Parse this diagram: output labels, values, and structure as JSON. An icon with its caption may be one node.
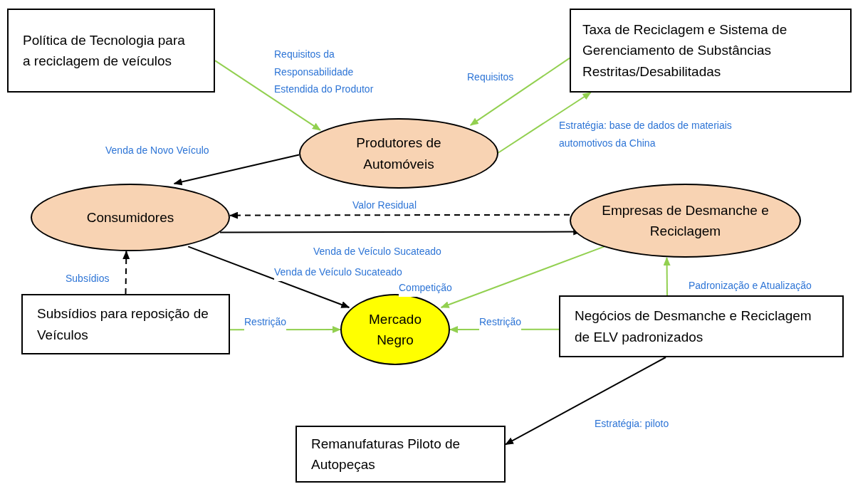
{
  "diagram": {
    "nodes": [
      {
        "text": [
          "Política de Tecnologia para a reciclagem de veículos"
        ]
      },
      {
        "text": [
          "Taxa de Reciclagem e Sistema de Gerenciamento de Substâncias Restritas/Desabilitadas"
        ]
      },
      {
        "text": [
          "Produtores de Automóveis"
        ]
      },
      {
        "text": [
          "Consumidores"
        ]
      },
      {
        "text": [
          "Empresas de Desmanche e Reciclagem"
        ]
      },
      {
        "text": [
          "Subsídios para reposição de Veículos"
        ]
      },
      {
        "text": [
          "Mercado Negro"
        ]
      },
      {
        "text": [
          "Negócios de Desmanche e Reciclagem de ELV padronizados"
        ]
      },
      {
        "text": [
          "Remanufaturas Piloto de Autopeças"
        ]
      }
    ],
    "edges": [
      {
        "from": 0,
        "to": 2,
        "arrow": "to",
        "label": "Requisitos da Responsabilidade Estendida do Produtor",
        "color": "#92d050"
      },
      {
        "from": 1,
        "to": 2,
        "arrow": "to",
        "label": "Requisitos",
        "color": "#92d050"
      },
      {
        "from": 2,
        "to": 1,
        "arrow": "to",
        "label": "Estratégia: base de dados de materiais automotivos da China",
        "color": "#92d050"
      },
      {
        "from": 2,
        "to": 3,
        "arrow": "to",
        "label": "Venda de Novo Veículo",
        "color": "#000000"
      },
      {
        "from": 4,
        "to": 3,
        "arrow": "to",
        "label": "Valor Residual",
        "style": "dashed",
        "color": "#000000"
      },
      {
        "from": 3,
        "to": 4,
        "arrow": "to",
        "label": "Venda de Veículo Sucateado",
        "color": "#000000"
      },
      {
        "from": 3,
        "to": 6,
        "arrow": "to",
        "label": "Venda de Veículo Sucateado",
        "color": "#000000"
      },
      {
        "from": 5,
        "to": 3,
        "arrow": "to",
        "label": "Subsídios",
        "style": "dashed",
        "color": "#000000"
      },
      {
        "from": 4,
        "to": 6,
        "arrow": "to",
        "label": "Competição",
        "color": "#92d050"
      },
      {
        "from": 5,
        "to": 6,
        "arrow": "to",
        "label": "Restrição",
        "color": "#92d050"
      },
      {
        "from": 7,
        "to": 6,
        "arrow": "to",
        "label": "Restrição",
        "color": "#92d050"
      },
      {
        "from": 7,
        "to": 4,
        "arrow": "to",
        "label": "Padronização e Atualização",
        "color": "#92d050"
      },
      {
        "from": 7,
        "to": 8,
        "arrow": "to",
        "label": "Estratégia: piloto",
        "color": "#000000"
      }
    ]
  }
}
